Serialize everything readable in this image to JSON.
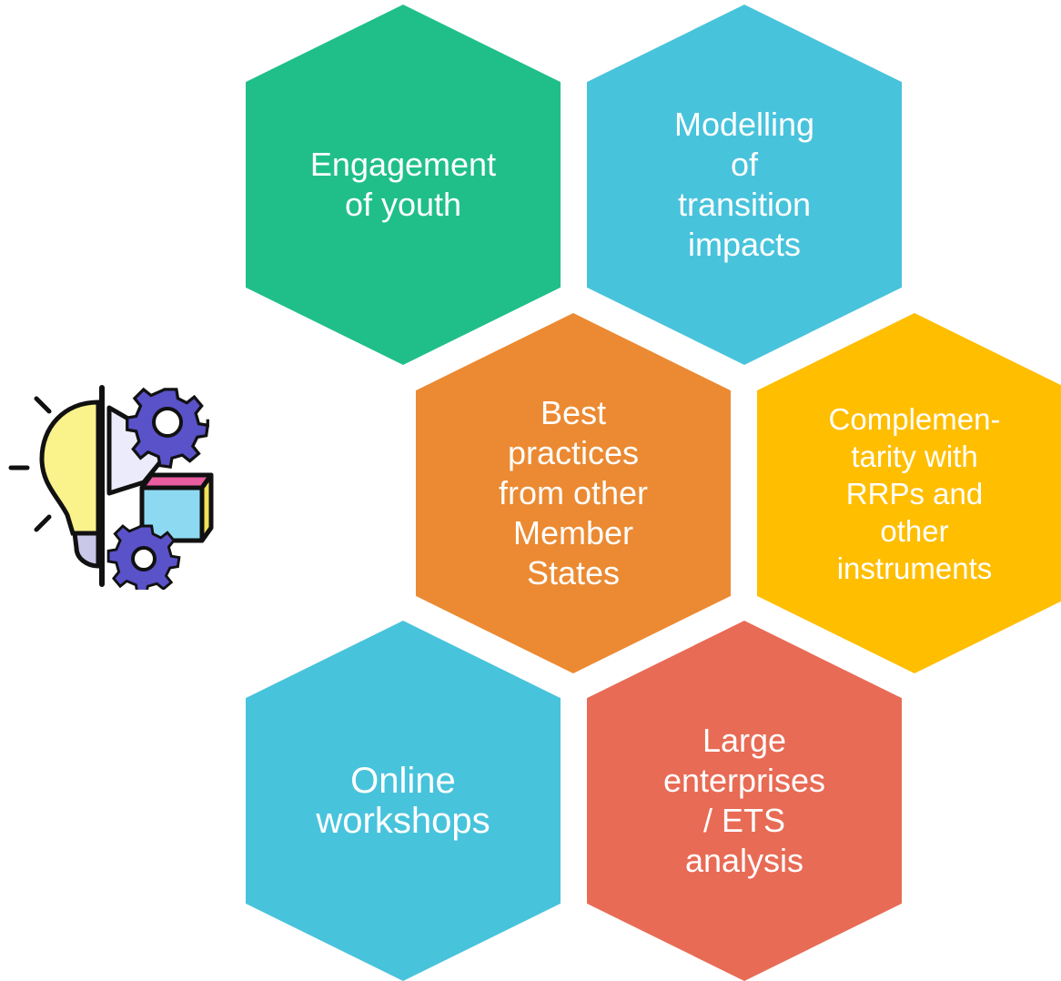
{
  "hexagons": [
    {
      "id": "engagement-of-youth",
      "label": "Engagement\nof youth",
      "color": "#20BF8A"
    },
    {
      "id": "modelling-transition-impacts",
      "label": "Modelling\nof\ntransition\nimpacts",
      "color": "#48C3DC"
    },
    {
      "id": "best-practices",
      "label": "Best\npractices\nfrom other\nMember\nStates",
      "color": "#EB8A32"
    },
    {
      "id": "complementarity",
      "label": "Complemen-\ntarity with\nRRPs and\nother\ninstruments",
      "color": "#FFBE00"
    },
    {
      "id": "online-workshops",
      "label": "Online\nworkshops",
      "color": "#48C3DC"
    },
    {
      "id": "large-enterprises-ets",
      "label": "Large\nenterprises\n/ ETS\nanalysis",
      "color": "#E86B55"
    }
  ],
  "icon": {
    "name": "idea-gears-icon"
  }
}
